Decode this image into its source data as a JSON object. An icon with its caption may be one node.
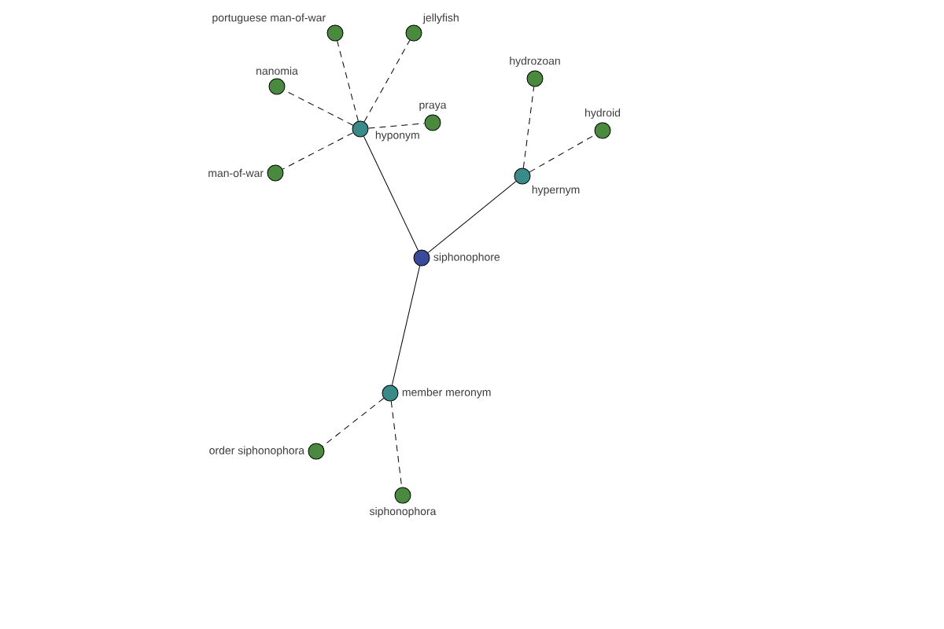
{
  "diagram": {
    "nodes": [
      {
        "text": [
          "siphonophore"
        ]
      },
      {
        "text": [
          "hyponym"
        ]
      },
      {
        "text": [
          "hypernym"
        ]
      },
      {
        "text": [
          "member meronym"
        ]
      },
      {
        "text": [
          "portuguese man-of-war"
        ]
      },
      {
        "text": [
          "jellyfish"
        ]
      },
      {
        "text": [
          "nanomia"
        ]
      },
      {
        "text": [
          "praya"
        ]
      },
      {
        "text": [
          "man-of-war"
        ]
      },
      {
        "text": [
          "hydrozoan"
        ]
      },
      {
        "text": [
          "hydroid"
        ]
      },
      {
        "text": [
          "order siphonophora"
        ]
      },
      {
        "text": [
          "siphonophora"
        ]
      }
    ],
    "edges": [
      {
        "from": 0,
        "to": 1,
        "arrow": "none"
      },
      {
        "from": 0,
        "to": 2,
        "arrow": "none"
      },
      {
        "from": 0,
        "to": 3,
        "arrow": "none"
      },
      {
        "from": 1,
        "to": 4,
        "arrow": "none",
        "style": "dashed"
      },
      {
        "from": 1,
        "to": 5,
        "arrow": "none",
        "style": "dashed"
      },
      {
        "from": 1,
        "to": 6,
        "arrow": "none",
        "style": "dashed"
      },
      {
        "from": 1,
        "to": 7,
        "arrow": "none",
        "style": "dashed"
      },
      {
        "from": 1,
        "to": 8,
        "arrow": "none",
        "style": "dashed"
      },
      {
        "from": 2,
        "to": 9,
        "arrow": "none",
        "style": "dashed"
      },
      {
        "from": 2,
        "to": 10,
        "arrow": "none",
        "style": "dashed"
      },
      {
        "from": 3,
        "to": 11,
        "arrow": "none",
        "style": "dashed"
      },
      {
        "from": 3,
        "to": 12,
        "arrow": "none",
        "style": "dashed"
      }
    ]
  }
}
